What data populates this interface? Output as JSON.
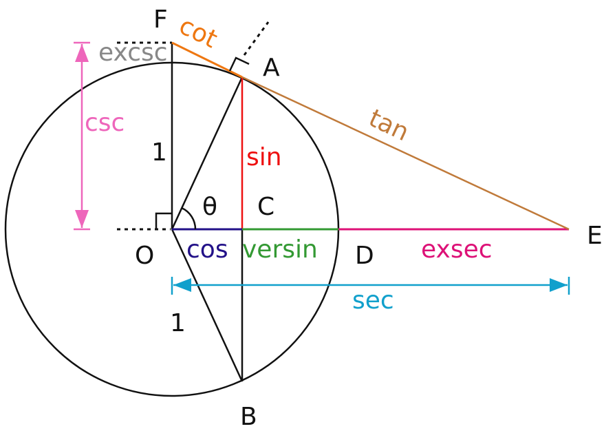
{
  "points": {
    "F": "F",
    "A": "A",
    "O": "O",
    "C": "C",
    "D": "D",
    "E": "E",
    "B": "B"
  },
  "angle": "θ",
  "radius_labels": {
    "upper": "1",
    "lower": "1"
  },
  "function_labels": {
    "cot": "cot",
    "excsc": "excsc",
    "csc": "csc",
    "sin": "sin",
    "tan": "tan",
    "cos": "cos",
    "versin": "versin",
    "exsec": "exsec",
    "sec": "sec"
  },
  "colors": {
    "circle": "#111111",
    "cot": "#ee7711",
    "tan": "#c07a3a",
    "excsc": "#888888",
    "csc": "#ee66bb",
    "sin": "#ee1111",
    "cos": "#221188",
    "versin": "#339933",
    "exsec": "#dd1177",
    "sec": "#11a0cc"
  }
}
